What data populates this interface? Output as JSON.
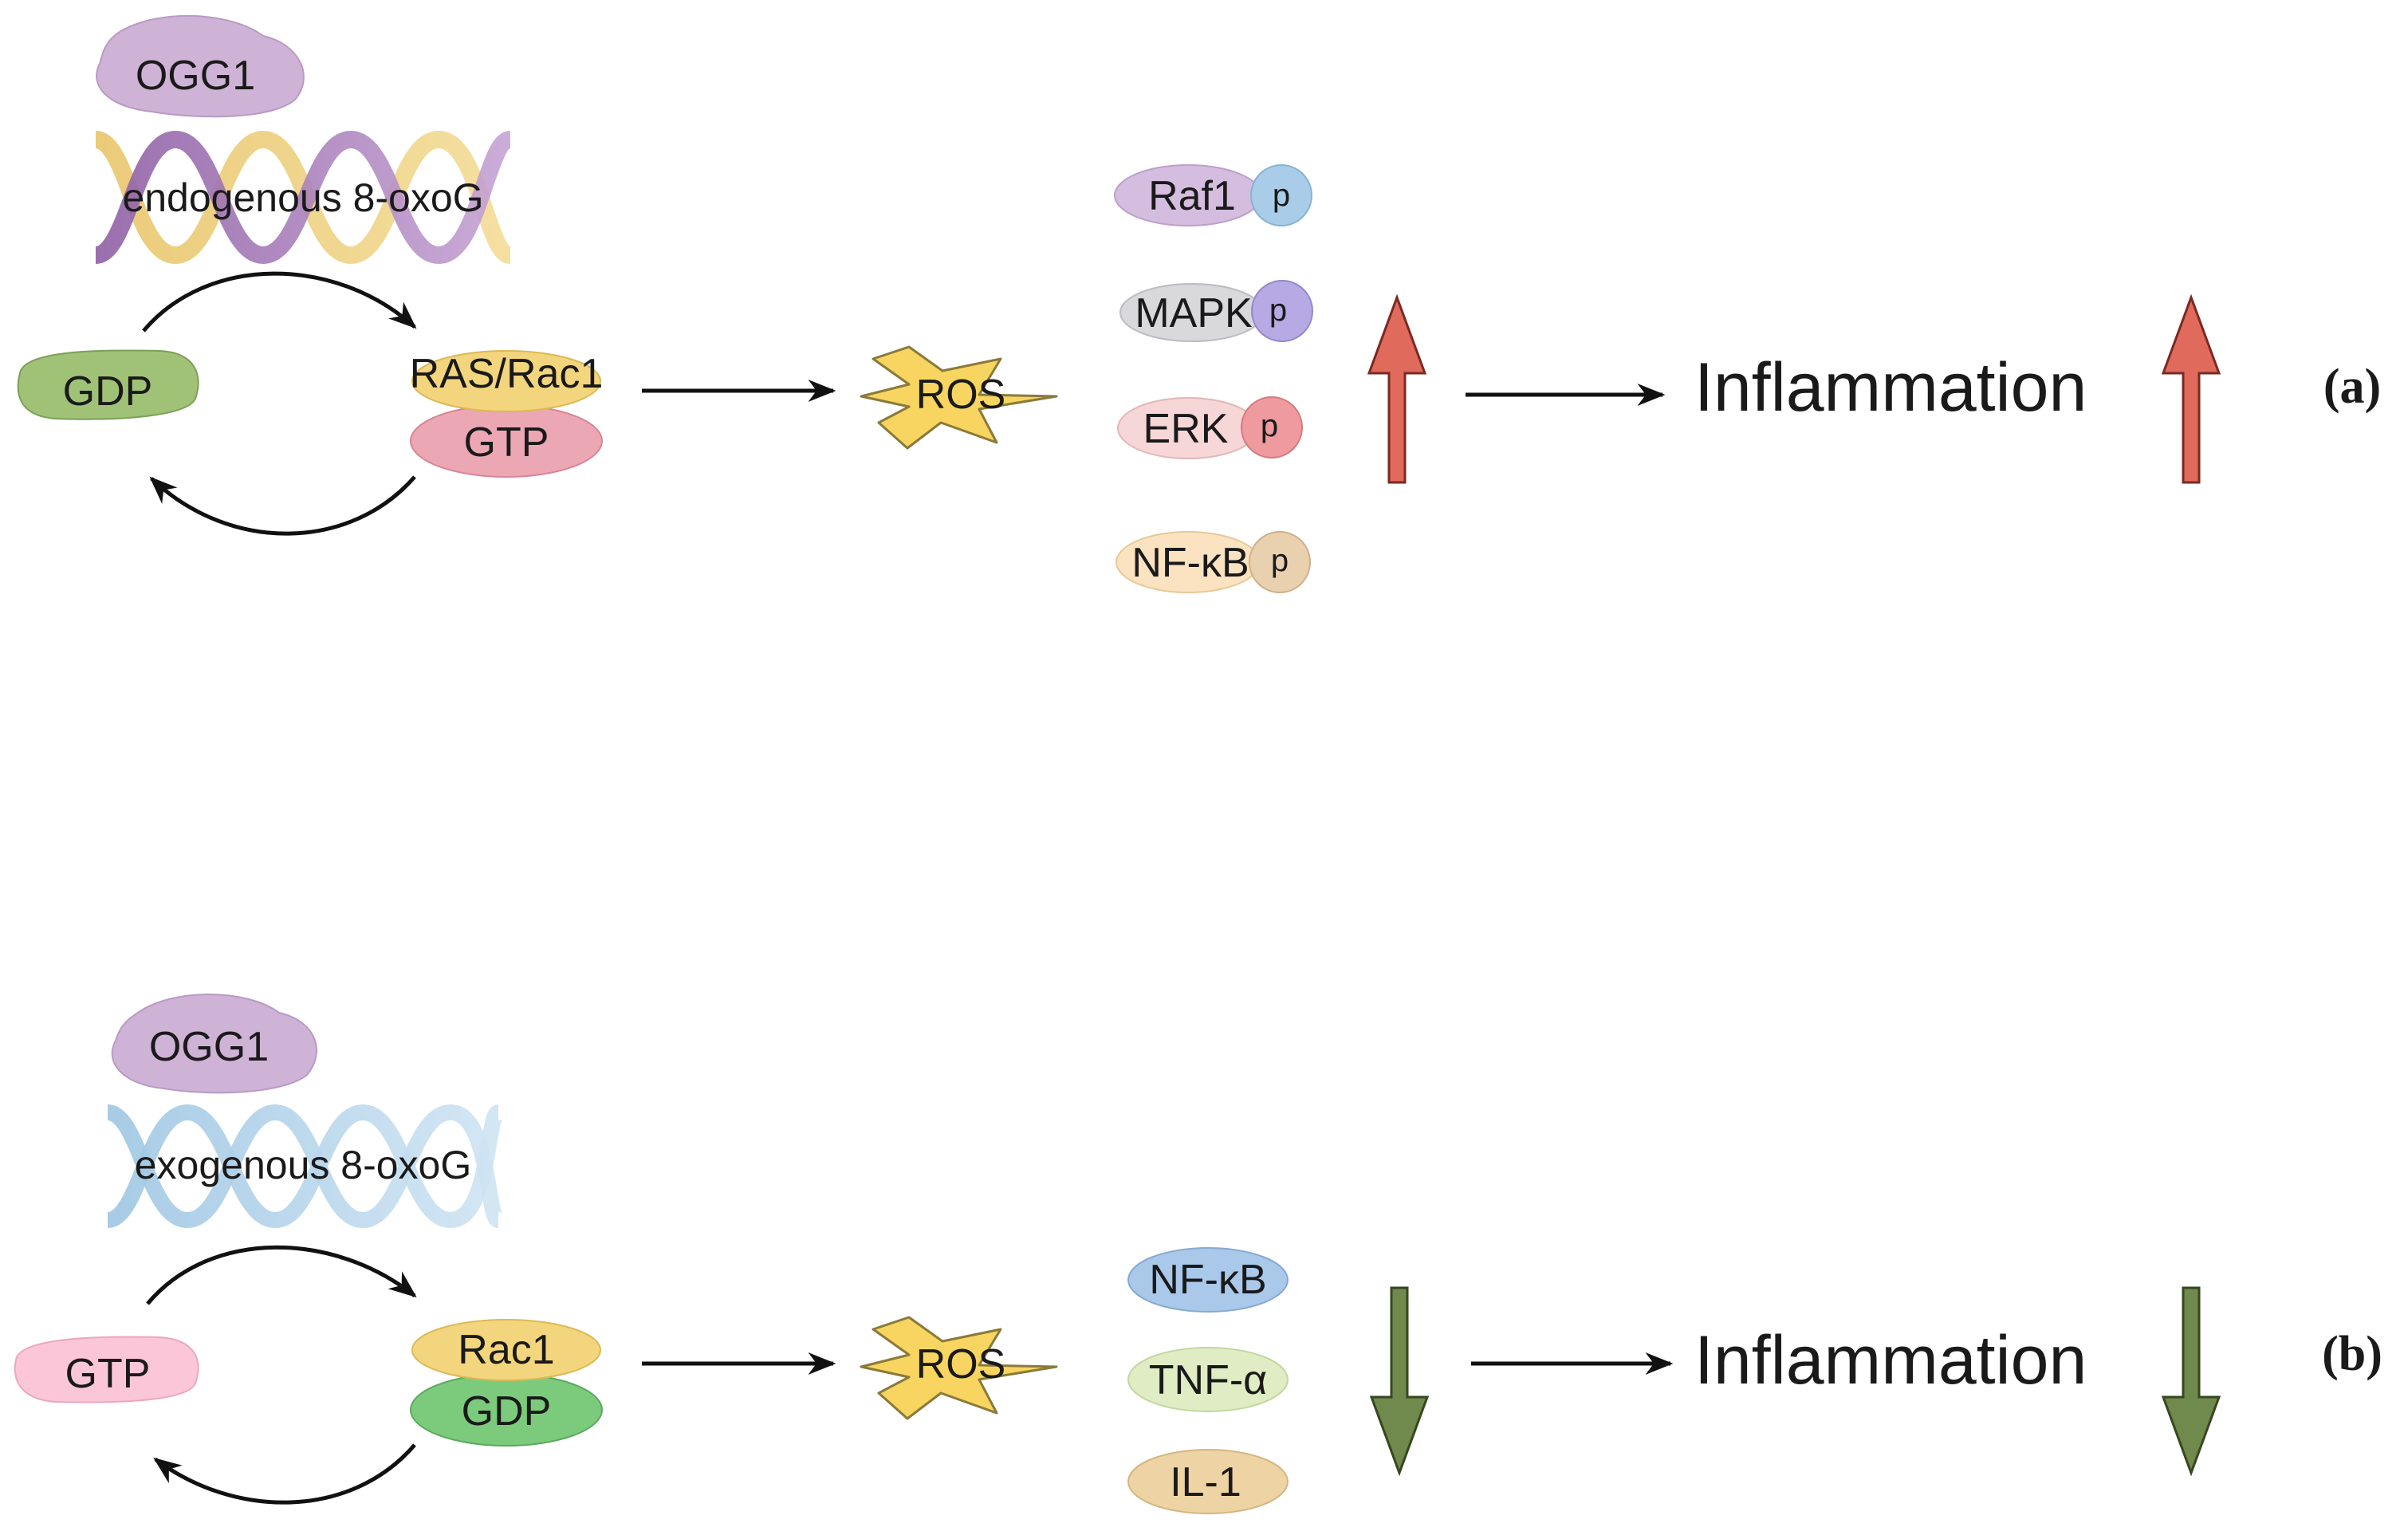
{
  "panel_a": {
    "label": "(a)",
    "enzyme": "OGG1",
    "dna_label": "endogenous 8-oxoG",
    "gdp": "GDP",
    "complex_top": "RAS/Rac1",
    "complex_bottom": "GTP",
    "ros": "ROS",
    "proteins": [
      {
        "name": "Raf1",
        "p": "p"
      },
      {
        "name": "MAPK",
        "p": "p"
      },
      {
        "name": "ERK",
        "p": "p"
      },
      {
        "name": "NF-κB",
        "p": "p"
      }
    ],
    "outcome": "Inflammation",
    "direction": "up"
  },
  "panel_b": {
    "label": "(b)",
    "enzyme": "OGG1",
    "dna_label": "exogenous 8-oxoG",
    "gtp": "GTP",
    "complex_top": "Rac1",
    "complex_bottom": "GDP",
    "ros": "ROS",
    "proteins": [
      {
        "name": "NF-κB"
      },
      {
        "name": "TNF-α"
      },
      {
        "name": "IL-1"
      }
    ],
    "outcome": "Inflammation",
    "direction": "down"
  },
  "colors": {
    "up_arrow": "#e06a5c",
    "down_arrow": "#6f8a4c",
    "ros_star": "#f7d560",
    "dna_a_strand1": "#e7c35a",
    "dna_a_strand2": "#9b6fae",
    "dna_b": "#a9cde6",
    "ogg1": "#cfb3d6"
  }
}
